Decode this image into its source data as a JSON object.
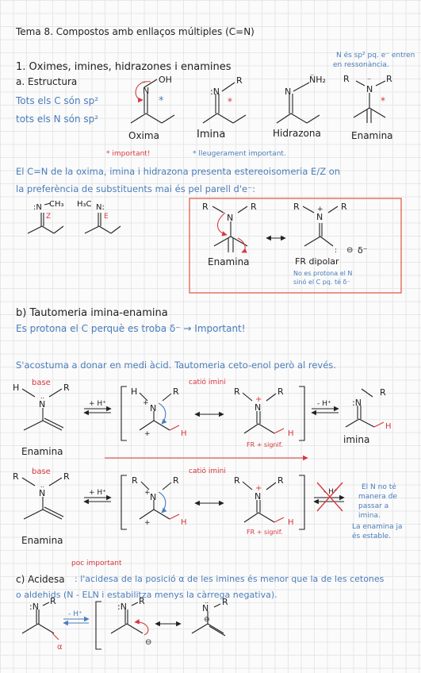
{
  "title": "Tema 8. Compostos amb enllaços múltiples (C=N)",
  "section1": {
    "heading": "1. Oximes, imines, hidrazones i enamines",
    "sp2_note_line1": "N és sp² pq. e⁻ entren",
    "sp2_note_line2": "en ressonància.",
    "sub_a": "a. Estructura",
    "hybrid_line1": "Tots els C són sp²",
    "hybrid_line2": "tots els N són sp²",
    "labels": {
      "oxima": "Oxima",
      "imina": "Imina",
      "hidrazona": "Hidrazona",
      "enamina": "Enamina"
    },
    "important": "* important!",
    "slightly_important": "* lleugerament important.",
    "ez_line1": "El C=N de la oxima, imina i hidrazona presenta estereoisomeria E/Z on",
    "ez_line2": "la preferència de substituents mai és pel parell d'e⁻:",
    "z_label": "Z",
    "e_label": "E",
    "box_enamina": "Enamina",
    "box_fr": "FR dipolar",
    "box_delta": "δ⁻",
    "box_note_line1": "No es protona el N",
    "box_note_line2": "sinó el C pq. té δ⁻"
  },
  "section_b": {
    "heading": "b) Tautomeria imina-enamina",
    "line1": "Es protona el C perquè es troba δ⁻ → Important!",
    "line2": "S'acostuma a donar en medi àcid. Tautomeria ceto-enol però al revés.",
    "base": "base",
    "cation": "catió imini",
    "plus_h": "+ H⁺",
    "minus_h": "- H⁺",
    "enamina": "Enamina",
    "imina": "imina",
    "fr_signif": "FR + signif.",
    "side_note_line1": "El N no té",
    "side_note_line2": "manera de",
    "side_note_line3": "passar a",
    "side_note_line4": "imina.",
    "side_note_line5": "La enamina ja",
    "side_note_line6": "és estable."
  },
  "section_c": {
    "poc": "poc important",
    "heading_label": "c) Acidesa",
    "line1": ": l'acidesa de la posició α de les imines és menor que la de les cetones",
    "line2": "o aldehids (N - ELN i estabilitza menys la càrrega negativa).",
    "alpha": "α",
    "minus_h": "- H⁺"
  },
  "colors": {
    "ink": "#222222",
    "blue": "#4a7dbb",
    "red": "#d8373f",
    "grid": "#e7e7e7"
  }
}
